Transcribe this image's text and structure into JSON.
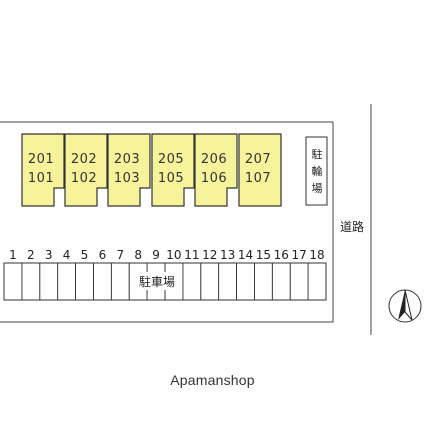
{
  "units": [
    {
      "upper": "201",
      "lower": "101"
    },
    {
      "upper": "202",
      "lower": "102"
    },
    {
      "upper": "203",
      "lower": "103"
    },
    {
      "upper": "205",
      "lower": "105"
    },
    {
      "upper": "206",
      "lower": "106"
    },
    {
      "upper": "207",
      "lower": "107"
    }
  ],
  "bike_parking": [
    "駐",
    "輪",
    "場"
  ],
  "road_label": "道路",
  "parking_label": "駐車場",
  "parking_numbers": [
    "1",
    "2",
    "3",
    "4",
    "5",
    "6",
    "7",
    "8",
    "9",
    "10",
    "11",
    "12",
    "13",
    "14",
    "15",
    "16",
    "17",
    "18"
  ],
  "north_icon": "north-arrow-icon",
  "brand": "Apamanshop",
  "colors": {
    "unit_fill": "#f6f39a",
    "outline": "#333333",
    "background": "#ffffff"
  }
}
